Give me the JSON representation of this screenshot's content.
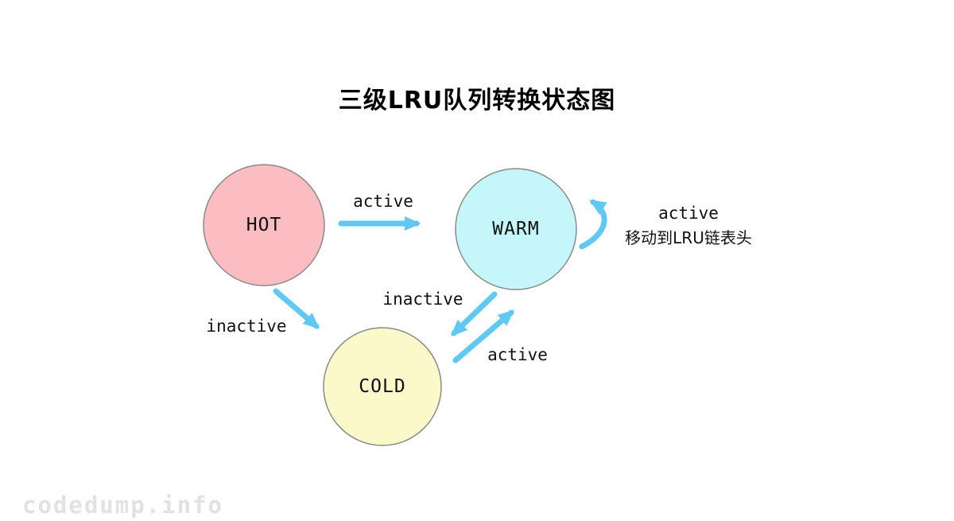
{
  "title": "三级LRU队列转换状态图",
  "nodes": [
    {
      "id": "hot",
      "label": "HOT",
      "fill": "#FBBDC1"
    },
    {
      "id": "warm",
      "label": "WARM",
      "fill": "#C4F6FA"
    },
    {
      "id": "cold",
      "label": "COLD",
      "fill": "#FBF9CA"
    }
  ],
  "edges": [
    {
      "from": "HOT",
      "to": "WARM",
      "label": "active"
    },
    {
      "from": "HOT",
      "to": "COLD",
      "label": "inactive"
    },
    {
      "from": "WARM",
      "to": "COLD",
      "label": "inactive"
    },
    {
      "from": "COLD",
      "to": "WARM",
      "label": "active"
    },
    {
      "from": "WARM",
      "to": "WARM",
      "label_line1": "active",
      "label_line2": "移动到LRU链表头"
    }
  ],
  "watermark": "codedump.info",
  "colors": {
    "arrow": "#5FC8F3",
    "node_border": "#8a8a8a",
    "hot_fill": "#FBBDC1",
    "warm_fill": "#C4F6FA",
    "cold_fill": "#FBF9CA",
    "background": "#ffffff"
  }
}
